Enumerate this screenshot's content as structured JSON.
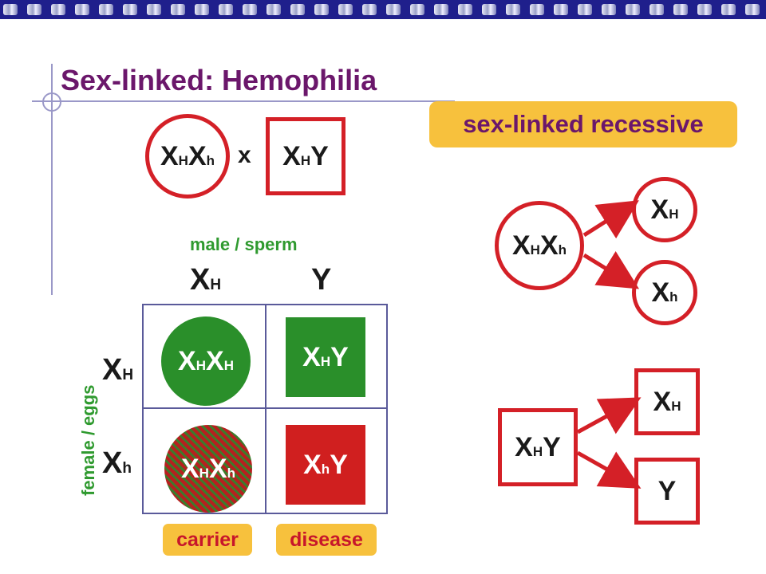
{
  "title": "Sex-linked: Hemophilia",
  "badge": "sex-linked recessive",
  "cross": {
    "mother": {
      "base1": "X",
      "sup1": "H",
      "base2": "X",
      "sup2": "h"
    },
    "operator": "x",
    "father": {
      "base1": "X",
      "sup1": "H",
      "base2": "Y"
    }
  },
  "punnett": {
    "male_label": "male / sperm",
    "female_label": "female / eggs",
    "sperm": [
      {
        "base": "X",
        "sup": "H"
      },
      {
        "base": "Y",
        "sup": ""
      }
    ],
    "eggs": [
      {
        "base": "X",
        "sup": "H"
      },
      {
        "base": "X",
        "sup": "h"
      }
    ],
    "cells": {
      "hh": {
        "base1": "X",
        "sup1": "H",
        "base2": "X",
        "sup2": "H"
      },
      "hy": {
        "base1": "X",
        "sup1": "H",
        "base2": "Y"
      },
      "hh_carrier": {
        "base1": "X",
        "sup1": "H",
        "base2": "X",
        "sup2": "h"
      },
      "hy_disease": {
        "base1": "X",
        "sup1": "h",
        "base2": "Y"
      }
    },
    "carrier_tag": "carrier",
    "disease_tag": "disease"
  },
  "female_gametes": {
    "parent": {
      "base1": "X",
      "sup1": "H",
      "base2": "X",
      "sup2": "h"
    },
    "gamete1": {
      "base": "X",
      "sup": "H"
    },
    "gamete2": {
      "base": "X",
      "sup": "h"
    }
  },
  "male_gametes": {
    "parent": {
      "base1": "X",
      "sup1": "H",
      "base2": "Y"
    },
    "gamete1": {
      "base": "X",
      "sup": "H"
    },
    "gamete2": {
      "base": "Y"
    }
  },
  "colors": {
    "red": "#d42027",
    "green": "#2a8f2a",
    "purple": "#6b176b",
    "gold": "#f7c13d",
    "navy": "#1f1f8c"
  }
}
